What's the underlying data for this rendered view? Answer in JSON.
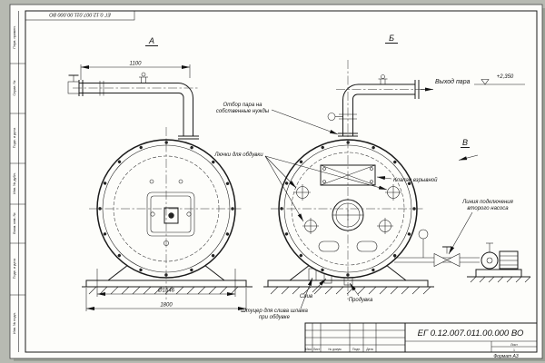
{
  "frame": {
    "inverted_doc_number": "ЕГ 0.12.007.011.00.000 ВО",
    "side_labels": [
      "Перв. примен.",
      "Справ. №",
      "Подп. и дата",
      "Инв. № дубл.",
      "Взам. инв. №",
      "Подп. и дата",
      "Инв. № подл."
    ],
    "format_note": "Формат А3"
  },
  "title_block": {
    "doc_number": "ЕГ 0.12.007.011.00.000  ВО",
    "header_cols": [
      "Изм.",
      "Лист",
      "№ докум.",
      "Подп.",
      "Дата"
    ],
    "sheet_label": "Лист",
    "sheet_value": "1"
  },
  "views": {
    "a": "А",
    "b": "Б",
    "v": "В"
  },
  "dimensions": {
    "pipe_length": "1100",
    "shell_diameter": "Ø1546",
    "base_width": "1800",
    "elevation": "+2,350"
  },
  "annotations": {
    "steam_outlet": "Выход пара",
    "own_needs": [
      "Отбор пара на",
      "собственные нужды"
    ],
    "blow_hatches": "Лючки для обдувки",
    "explosion_valve": "Клапан взрывной",
    "second_pump": [
      "Линия подключения",
      "второго насоса"
    ],
    "drain": "Слив",
    "blowdown": "Продувка",
    "sludge": [
      "Штуцер для слива шлама",
      "при обдувке"
    ]
  }
}
